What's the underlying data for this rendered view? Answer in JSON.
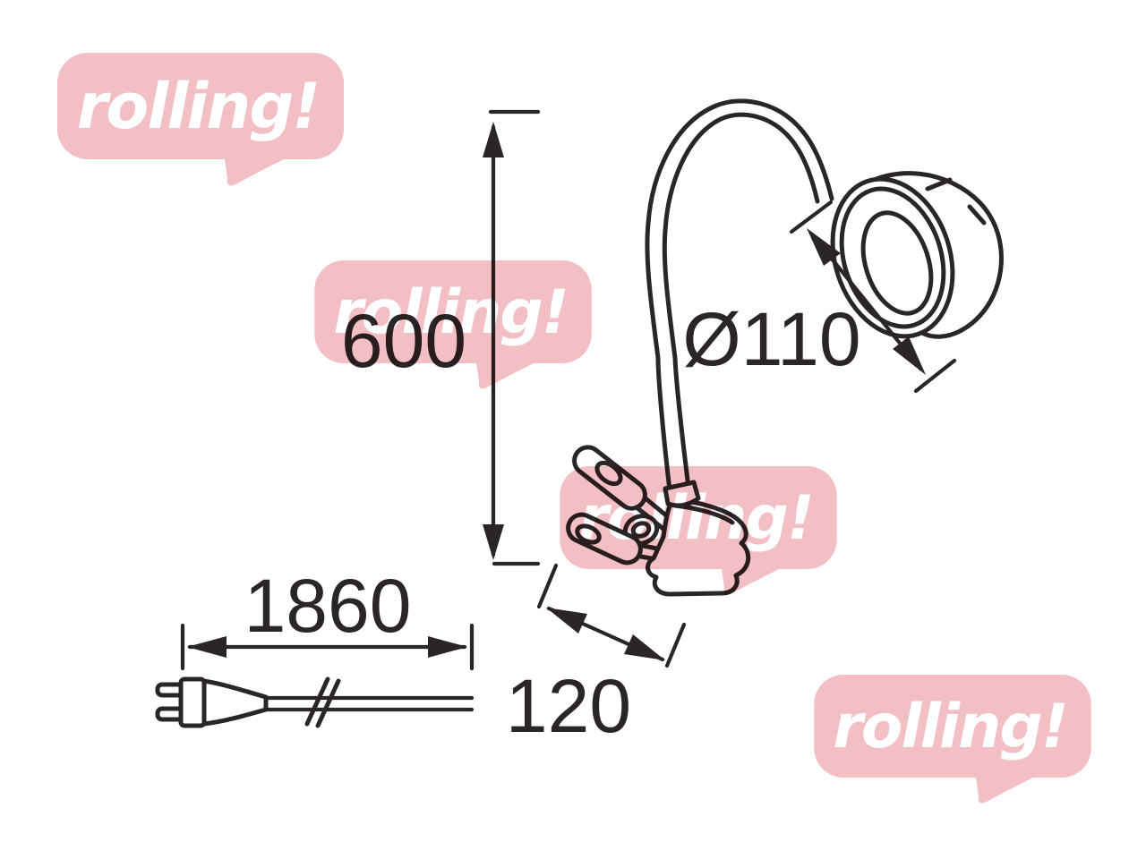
{
  "watermark": {
    "text": "rolling!"
  },
  "diagram": {
    "dimensions": {
      "height": "600",
      "head_diameter": "Ø110",
      "cable_length": "1860",
      "clamp_depth": "120"
    },
    "colors": {
      "line": "#2a2526",
      "watermark_pink": "#f2bfc4",
      "watermark_text": "#ffffff",
      "background": "#ffffff"
    }
  }
}
